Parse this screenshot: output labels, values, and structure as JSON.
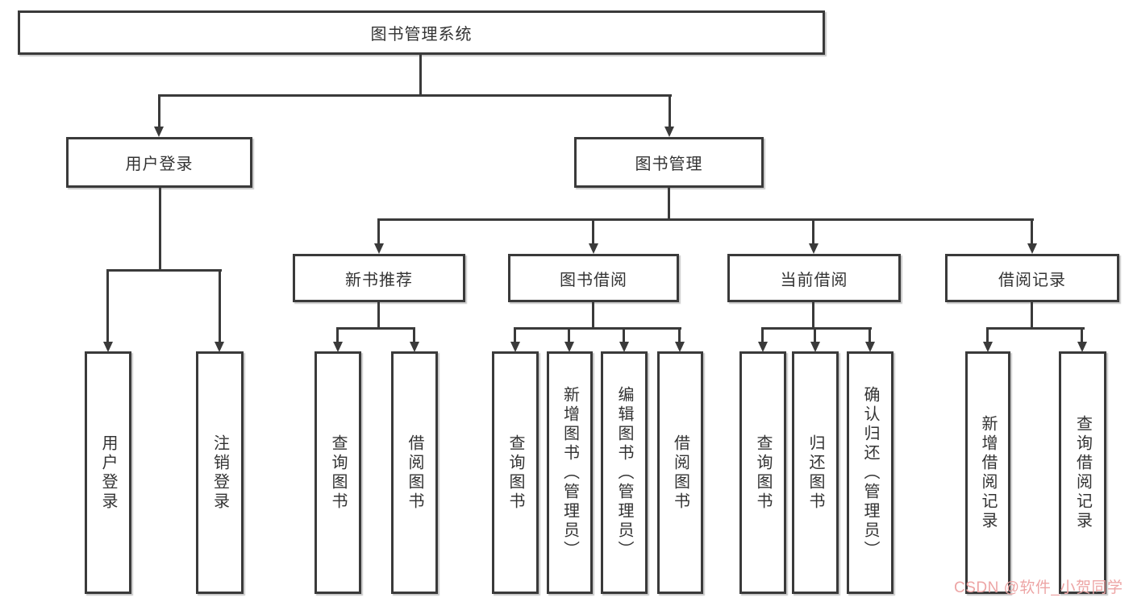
{
  "diagram": {
    "title": "图书管理系统",
    "watermark": "CSDN @软件_小贺同学",
    "colors": {
      "background": "#ffffff",
      "box_border": "#3a3a3a",
      "line": "#3a3a3a",
      "text": "#333333",
      "watermark": "#eda5a5"
    },
    "nodes": {
      "root": {
        "label": "图书管理系统"
      },
      "level2": [
        {
          "label": "用户登录"
        },
        {
          "label": "图书管理"
        }
      ],
      "level3": [
        {
          "label": "新书推荐",
          "parent": "图书管理"
        },
        {
          "label": "图书借阅",
          "parent": "图书管理"
        },
        {
          "label": "当前借阅",
          "parent": "图书管理"
        },
        {
          "label": "借阅记录",
          "parent": "图书管理"
        }
      ],
      "leaves": [
        {
          "label": "用户登录",
          "parent": "用户登录"
        },
        {
          "label": "注销登录",
          "parent": "用户登录"
        },
        {
          "label": "查询图书",
          "parent": "新书推荐"
        },
        {
          "label": "借阅图书",
          "parent": "新书推荐"
        },
        {
          "label": "查询图书",
          "parent": "图书借阅"
        },
        {
          "label": "新增图书（管理员）",
          "parent": "图书借阅"
        },
        {
          "label": "编辑图书（管理员）",
          "parent": "图书借阅"
        },
        {
          "label": "借阅图书",
          "parent": "图书借阅"
        },
        {
          "label": "查询图书",
          "parent": "当前借阅"
        },
        {
          "label": "归还图书",
          "parent": "当前借阅"
        },
        {
          "label": "确认归还（管理员）",
          "parent": "当前借阅"
        },
        {
          "label": "新增借阅记录",
          "parent": "借阅记录"
        },
        {
          "label": "查询借阅记录",
          "parent": "借阅记录"
        }
      ]
    }
  }
}
